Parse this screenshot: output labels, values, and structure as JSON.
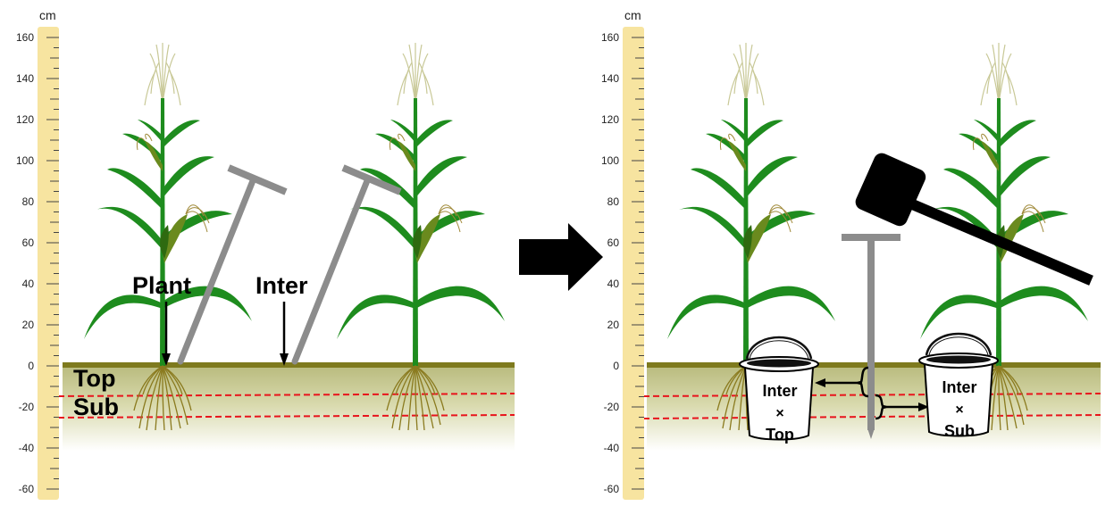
{
  "ruler": {
    "unit": "cm",
    "ticks": [
      "160",
      "140",
      "120",
      "100",
      "80",
      "60",
      "40",
      "20",
      "0",
      "-20",
      "-40",
      "-60"
    ]
  },
  "left_panel": {
    "plant_label": "Plant",
    "inter_label": "Inter",
    "top_label": "Top",
    "sub_label": "Sub"
  },
  "right_panel": {
    "bucket_top": {
      "line1": "Inter",
      "line2": "×",
      "line3": "Top"
    },
    "bucket_sub": {
      "line1": "Inter",
      "line2": "×",
      "line3": "Sub"
    }
  },
  "colors": {
    "ruler_fill": "#f7e4a0",
    "soil_surface": "#7e7a1e",
    "soil_top": "#c3c58c",
    "soil_fade": "#ffffff",
    "boundary_line": "#e8141c",
    "leaf": "#1e8c1e",
    "root": "#8a7a1e",
    "probe": "#8c8c8c",
    "arrow": "#000000"
  }
}
